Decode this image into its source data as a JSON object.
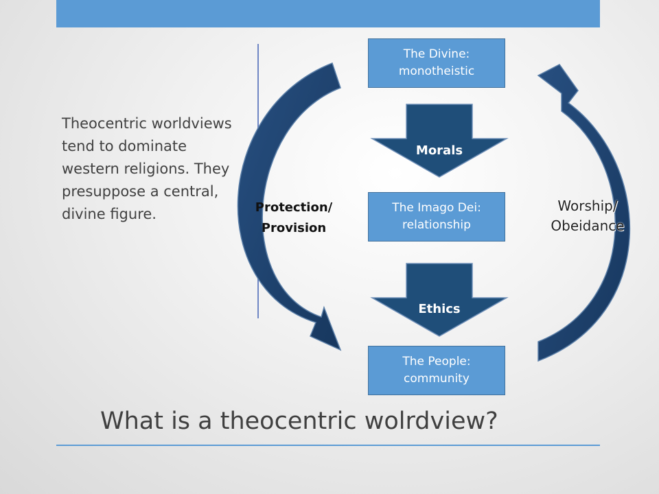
{
  "slide": {
    "title": "What is a theocentric wolrdview?",
    "body_text": "Theocentric worldviews tend to dominate western religions. They presuppose a central, divine figure."
  },
  "diagram": {
    "nodes": [
      {
        "id": "divine",
        "label": "The Divine:\nmonotheistic"
      },
      {
        "id": "imago",
        "label": "The Imago Dei:\nrelationship"
      },
      {
        "id": "people",
        "label": "The People:\ncommunity"
      }
    ],
    "down_arrows": [
      {
        "label": "Morals"
      },
      {
        "label": "Ethics"
      }
    ],
    "left_cycle_label": "Protection/\nProvision",
    "right_cycle_label": "Worship/\nObeidance"
  },
  "colors": {
    "accent": "#5b9bd5",
    "arrow_fill": "#1f4e79",
    "box_fill": "#5b9bd5",
    "text": "#404040"
  }
}
